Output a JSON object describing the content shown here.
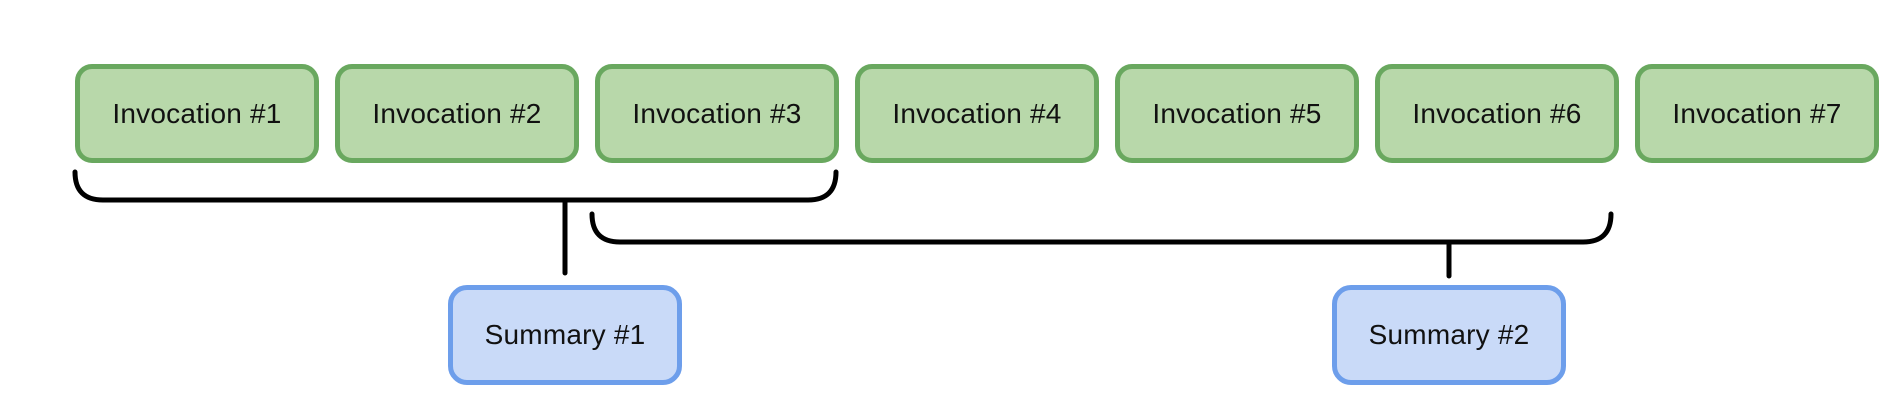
{
  "colors": {
    "invocation_fill": "#b8d8aa",
    "invocation_border": "#69a85f",
    "summary_fill": "#c9daf8",
    "summary_border": "#6d9eeb",
    "connector_color": "#000000",
    "text_color": "#111111",
    "background": "#ffffff"
  },
  "invocations": [
    {
      "label": "Invocation #1"
    },
    {
      "label": "Invocation #2"
    },
    {
      "label": "Invocation #3"
    },
    {
      "label": "Invocation #4"
    },
    {
      "label": "Invocation #5"
    },
    {
      "label": "Invocation #6"
    },
    {
      "label": "Invocation #7"
    }
  ],
  "summaries": [
    {
      "label": "Summary #1"
    },
    {
      "label": "Summary #2"
    }
  ],
  "brackets": [
    {
      "name": "bracket-1",
      "groups_invocations": [
        "Invocation #1",
        "Invocation #2",
        "Invocation #3"
      ],
      "points_to": "Summary #1"
    },
    {
      "name": "bracket-2",
      "groups_invocations": [
        "Invocation #3",
        "Invocation #4",
        "Invocation #5",
        "Invocation #6"
      ],
      "points_to": "Summary #2"
    }
  ]
}
